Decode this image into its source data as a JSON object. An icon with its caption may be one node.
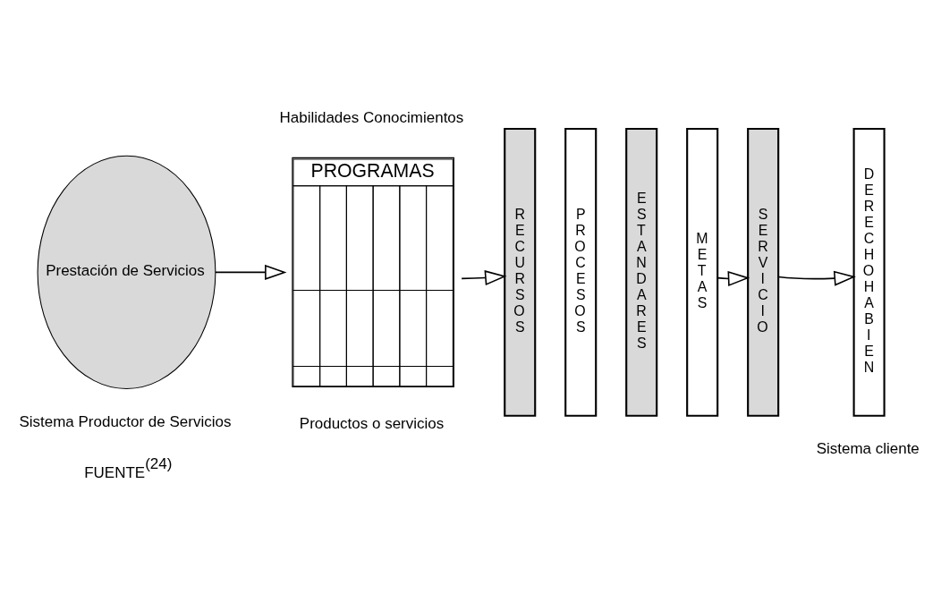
{
  "diagram": {
    "nodes": [
      {
        "text": [
          "Prestación de Servicios"
        ],
        "beside": [
          "Sistema Productor de Servicios"
        ]
      },
      {
        "text": [
          "PROGRAMAS"
        ],
        "beside": [
          "Productos o servicios"
        ]
      },
      {
        "text": [
          "RECURSOS"
        ]
      },
      {
        "text": [
          "PROCESOS"
        ]
      },
      {
        "text": [
          "ESTANDARES"
        ]
      },
      {
        "text": [
          "METAS"
        ]
      },
      {
        "text": [
          "SERVICIO"
        ]
      },
      {
        "text": [
          "DERECHOHABIEN"
        ],
        "beside": [
          "Sistema cliente"
        ]
      }
    ],
    "edges": [
      {
        "from": 0,
        "to": 1,
        "arrow": "to"
      },
      {
        "from": 1,
        "to": 2,
        "arrow": "to"
      },
      {
        "from": 5,
        "to": 6,
        "arrow": "to"
      },
      {
        "from": 6,
        "to": 7,
        "arrow": "to"
      }
    ],
    "labels": [
      "Habilidades Conocimientos",
      "FUENTE$^{(24)}$"
    ]
  }
}
